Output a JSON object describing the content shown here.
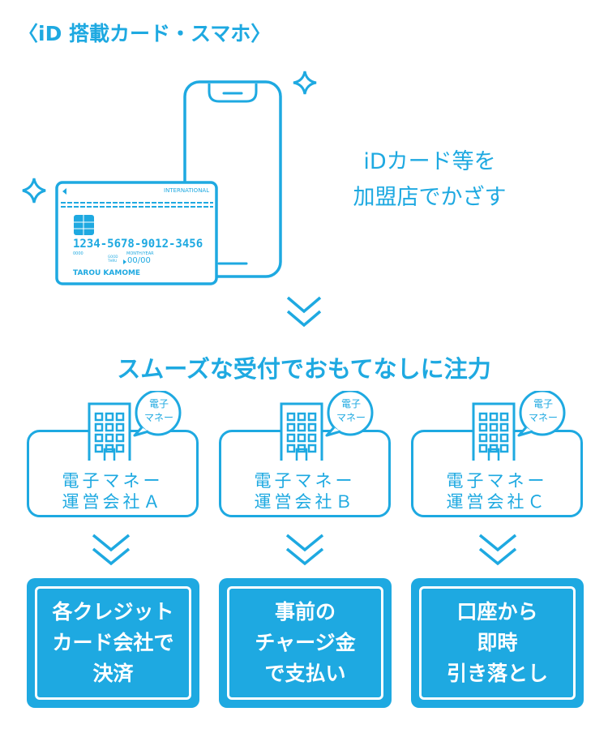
{
  "title": "〈iD 搭載カード・スマホ〉",
  "tap_text": [
    "iDカード等を",
    "加盟店でかざす"
  ],
  "card": {
    "brand": "INTERNATIONAL",
    "number": "1234-5678-9012-3456",
    "small_number": "0000",
    "good_thru": "GOOD THRU",
    "month_year": "MONTH/YEAR",
    "expiry": "00/00",
    "holder": "TAROU KAMOME"
  },
  "headline": "スムーズな受付でおもてなしに注力",
  "companies": [
    {
      "bubble": [
        "電子",
        "マネー"
      ],
      "name": [
        "電子マネー",
        "運営会社Ａ"
      ],
      "payment": [
        "各クレジット",
        "カード会社で",
        "決済"
      ]
    },
    {
      "bubble": [
        "電子",
        "マネー"
      ],
      "name": [
        "電子マネー",
        "運営会社Ｂ"
      ],
      "payment": [
        "事前の",
        "チャージ金",
        "で支払い"
      ]
    },
    {
      "bubble": [
        "電子",
        "マネー"
      ],
      "name": [
        "電子マネー",
        "運営会社Ｃ"
      ],
      "payment": [
        "口座から",
        "即時",
        "引き落とし"
      ]
    }
  ],
  "colors": {
    "accent": "#1ea9e1",
    "white": "#ffffff"
  }
}
